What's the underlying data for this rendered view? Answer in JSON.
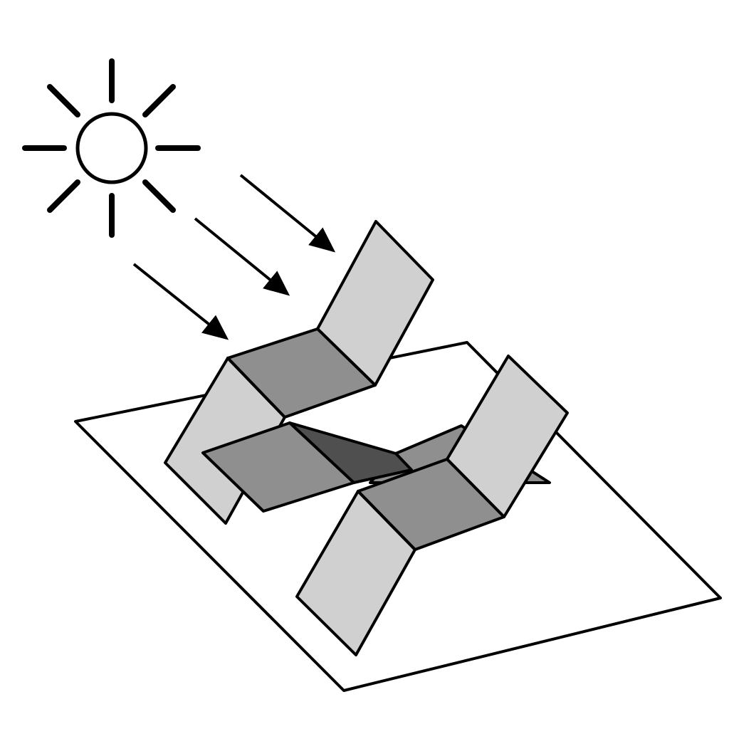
{
  "figure": {
    "elements": [
      "sun-icon",
      "sun-ray-arrows",
      "ground-plane",
      "upper-folded-panel",
      "lower-folded-panel",
      "shadow-region"
    ]
  },
  "colors": {
    "background": "#ffffff",
    "outline": "#000000",
    "light_face": "#d0d0d0",
    "mid_face": "#8f8f8f",
    "dark_face": "#6e6e6e",
    "shadow": "#4f4f4f"
  }
}
